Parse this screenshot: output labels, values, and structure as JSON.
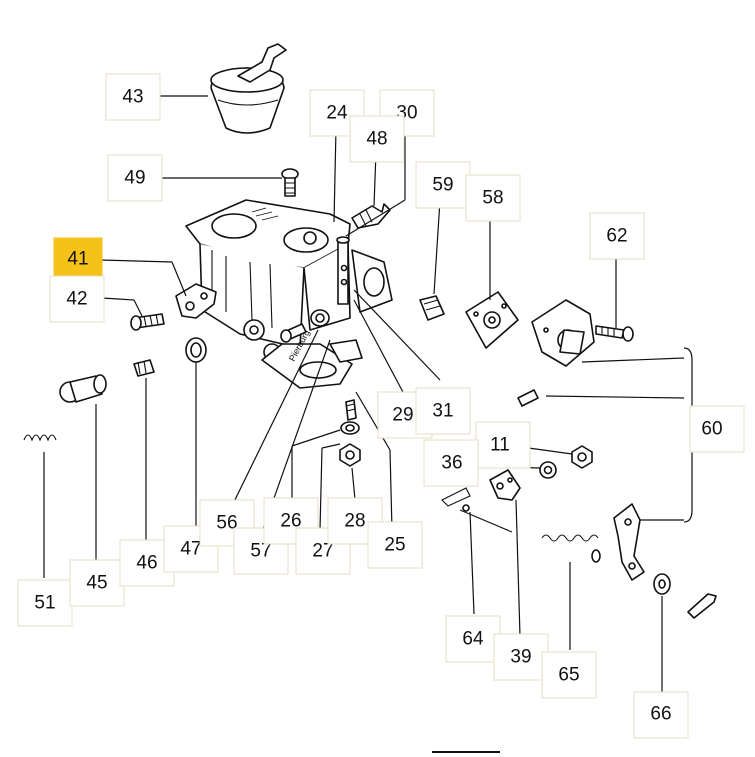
{
  "labels": [
    {
      "id": "43",
      "text": "43"
    },
    {
      "id": "24",
      "text": "24"
    },
    {
      "id": "30",
      "text": "30"
    },
    {
      "id": "48",
      "text": "48"
    },
    {
      "id": "49",
      "text": "49"
    },
    {
      "id": "59",
      "text": "59"
    },
    {
      "id": "58",
      "text": "58"
    },
    {
      "id": "62",
      "text": "62"
    },
    {
      "id": "41",
      "text": "41",
      "highlighted": true
    },
    {
      "id": "42",
      "text": "42"
    },
    {
      "id": "60",
      "text": "60"
    },
    {
      "id": "11",
      "text": "11"
    },
    {
      "id": "36",
      "text": "36"
    },
    {
      "id": "29",
      "text": "29"
    },
    {
      "id": "31",
      "text": "31"
    },
    {
      "id": "51",
      "text": "51"
    },
    {
      "id": "45",
      "text": "45"
    },
    {
      "id": "46",
      "text": "46"
    },
    {
      "id": "47",
      "text": "47"
    },
    {
      "id": "56",
      "text": "56"
    },
    {
      "id": "57",
      "text": "57"
    },
    {
      "id": "26",
      "text": "26"
    },
    {
      "id": "27",
      "text": "27"
    },
    {
      "id": "28",
      "text": "28"
    },
    {
      "id": "25",
      "text": "25"
    },
    {
      "id": "64",
      "text": "64"
    },
    {
      "id": "39",
      "text": "39"
    },
    {
      "id": "65",
      "text": "65"
    },
    {
      "id": "66",
      "text": "66"
    }
  ],
  "body_text": "Pierburg",
  "colors": {
    "highlight": "#f6c21a",
    "box_border": "#e6dcc4",
    "ink": "#111111"
  }
}
